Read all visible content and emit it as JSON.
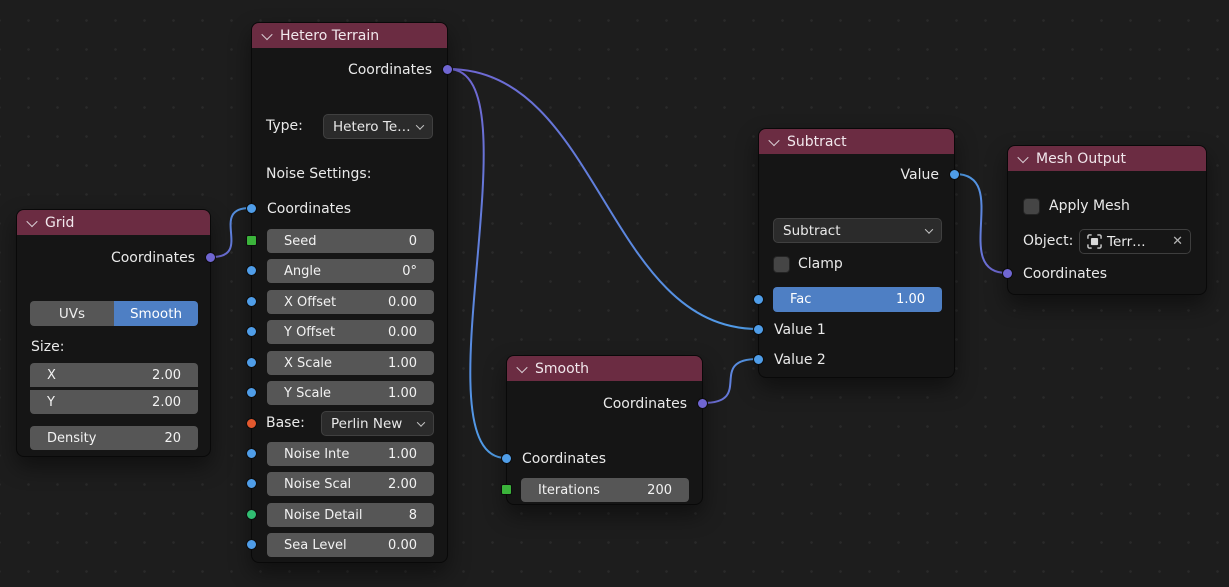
{
  "colors": {
    "canvas_bg": "#1d1d1d",
    "node_header": "#6b2c42",
    "node_body": "#151515",
    "slider_bg": "#565656",
    "accent_blue": "#4e7fc4",
    "socket_vector_purple": "#7066d2",
    "socket_float_blue": "#4f9de8",
    "socket_int_green_square": "#3bb33b",
    "socket_green_circle": "#31bd72",
    "socket_enum_orange": "#e2582e"
  },
  "nodes": {
    "grid": {
      "title": "Grid",
      "output_label": "Coordinates",
      "toggle_uvs": "UVs",
      "toggle_smooth": "Smooth",
      "size_label": "Size:",
      "x_label": "X",
      "x_value": "2.00",
      "y_label": "Y",
      "y_value": "2.00",
      "density_label": "Density",
      "density_value": "20"
    },
    "hetero_terrain": {
      "title": "Hetero Terrain",
      "output_label": "Coordinates",
      "type_label": "Type:",
      "type_value": "Hetero Te…",
      "noise_settings_label": "Noise Settings:",
      "input_label": "Coordinates",
      "rows": [
        {
          "label": "Seed",
          "value": "0"
        },
        {
          "label": "Angle",
          "value": "0°"
        },
        {
          "label": "X Offset",
          "value": "0.00"
        },
        {
          "label": "Y Offset",
          "value": "0.00"
        },
        {
          "label": "X Scale",
          "value": "1.00"
        },
        {
          "label": "Y Scale",
          "value": "1.00"
        }
      ],
      "base_label": "Base:",
      "base_value": "Perlin New",
      "rows2": [
        {
          "label": "Noise Inte",
          "value": "1.00"
        },
        {
          "label": "Noise Scal",
          "value": "2.00"
        },
        {
          "label": "Noise Detail",
          "value": "8"
        },
        {
          "label": "Sea Level",
          "value": "0.00"
        }
      ]
    },
    "smooth": {
      "title": "Smooth",
      "output_label": "Coordinates",
      "input_label": "Coordinates",
      "iterations_label": "Iterations",
      "iterations_value": "200"
    },
    "subtract": {
      "title": "Subtract",
      "output_label": "Value",
      "operation_value": "Subtract",
      "clamp_label": "Clamp",
      "fac_label": "Fac",
      "fac_value": "1.00",
      "value1_label": "Value 1",
      "value2_label": "Value 2"
    },
    "mesh_output": {
      "title": "Mesh Output",
      "apply_label": "Apply Mesh",
      "object_label": "Object:",
      "object_value": "Terr…",
      "object_clear": "✕",
      "input_label": "Coordinates"
    }
  }
}
